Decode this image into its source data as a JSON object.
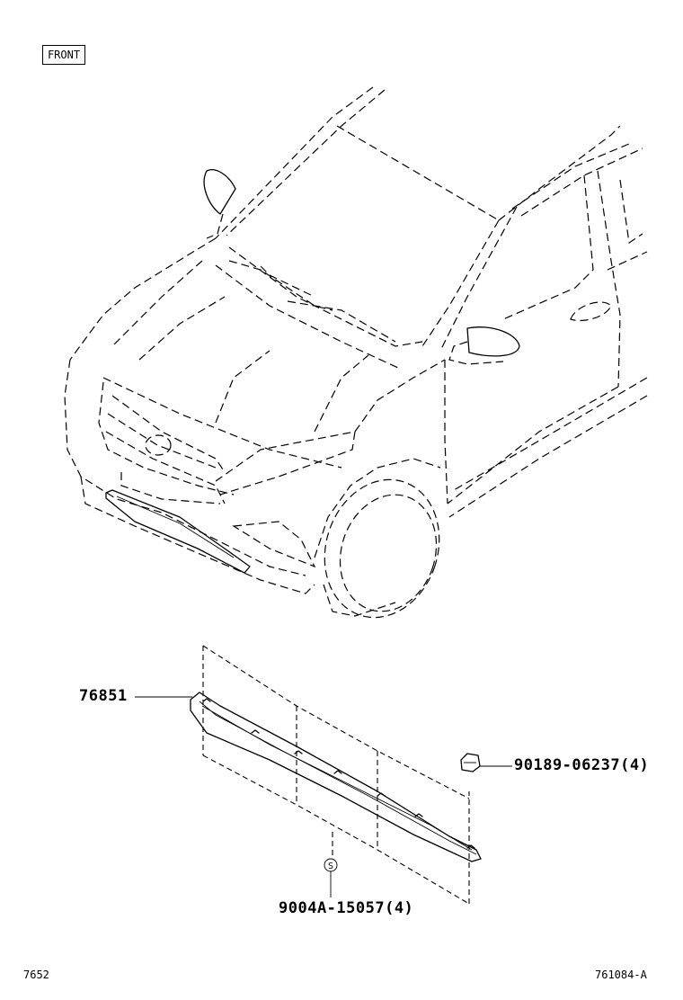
{
  "diagram": {
    "orientation_label": "FRONT",
    "parts": [
      {
        "part_no": "76851"
      },
      {
        "part_no": "90189-06237(4)"
      },
      {
        "part_no": "9004A-15057(4)"
      }
    ],
    "fastener_symbol": "S",
    "page_ref": "7652",
    "illustration_code": "761084-A"
  }
}
